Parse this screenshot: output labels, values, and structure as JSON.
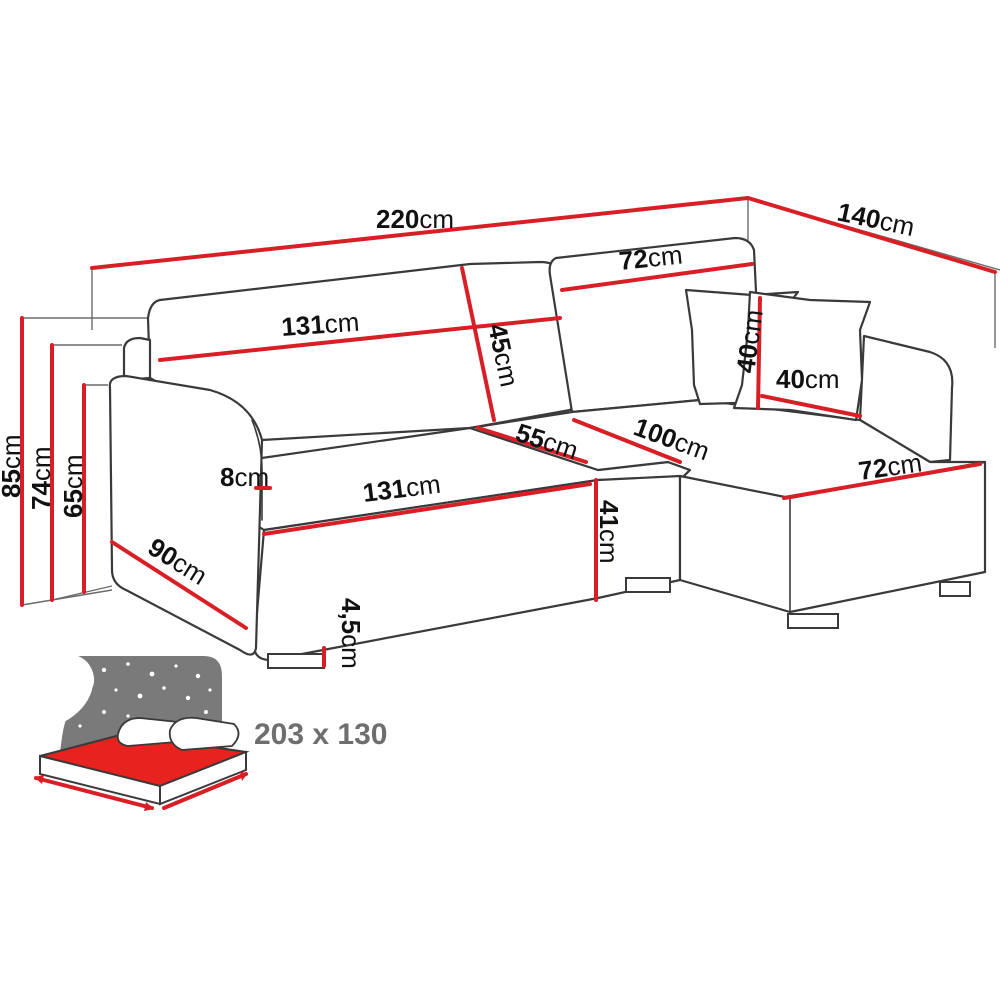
{
  "dimensions": {
    "overall_width": {
      "value": "220",
      "unit": "cm"
    },
    "overall_depth": {
      "value": "140",
      "unit": "cm"
    },
    "total_height": {
      "value": "85",
      "unit": "cm"
    },
    "backrest_height": {
      "value": "74",
      "unit": "cm"
    },
    "armrest_height": {
      "value": "65",
      "unit": "cm"
    },
    "backrest_width": {
      "value": "131",
      "unit": "cm"
    },
    "backrest_cushion_height": {
      "value": "45",
      "unit": "cm"
    },
    "chaise_back_width": {
      "value": "72",
      "unit": "cm"
    },
    "pillow_height": {
      "value": "40",
      "unit": "cm"
    },
    "pillow_width": {
      "value": "40",
      "unit": "cm"
    },
    "seat_depth": {
      "value": "55",
      "unit": "cm"
    },
    "chaise_length": {
      "value": "100",
      "unit": "cm"
    },
    "chaise_width": {
      "value": "72",
      "unit": "cm"
    },
    "armrest_width": {
      "value": "8",
      "unit": "cm"
    },
    "seat_width": {
      "value": "131",
      "unit": "cm"
    },
    "seat_height": {
      "value": "41",
      "unit": "cm"
    },
    "armrest_depth": {
      "value": "90",
      "unit": "cm"
    },
    "leg_height": {
      "value": "4,5",
      "unit": "cm"
    }
  },
  "sleeping_area": {
    "label": "203 x 130"
  },
  "colors": {
    "dimension_line": "#d91f26",
    "outline": "#3a3a3a",
    "mattress": "#e8221f",
    "night_sky": "#7a7a7a"
  },
  "icons": {
    "bed": "sleeping-area-icon",
    "pillow": "pillow-icon"
  }
}
